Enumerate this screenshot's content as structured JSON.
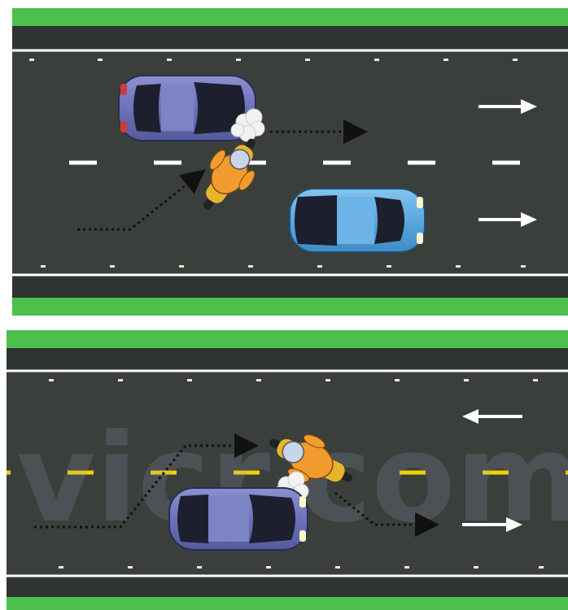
{
  "colors": {
    "grass": "#4cbf4c",
    "road": "#3a3f3c",
    "shoulder": "#2f3331",
    "edge_line": "#ffffff",
    "lane_dash_panel1": "#ffffff",
    "lane_dash_panel2": "#f2d200",
    "reflector": "#f0e6dc",
    "car_purple": "#6c73b8",
    "car_blue": "#5aa8e0",
    "rider_jacket": "#f29b2e",
    "bike": "#e8b52a",
    "arrow_white": "#ffffff",
    "path_dotted": "#111111"
  },
  "panels": [
    {
      "name": "overtake-same-direction",
      "traffic_arrows": [
        {
          "direction": "right"
        },
        {
          "direction": "right"
        }
      ],
      "vehicles": [
        {
          "type": "car",
          "color": "purple",
          "icon": "car-icon"
        },
        {
          "type": "car",
          "color": "blue",
          "icon": "car-icon"
        },
        {
          "type": "motorbike",
          "icon": "motorbike-rider-icon"
        }
      ],
      "exhaust": "smoke-puff-icon"
    },
    {
      "name": "overtake-oncoming-lane",
      "traffic_arrows": [
        {
          "direction": "left"
        },
        {
          "direction": "right"
        }
      ],
      "vehicles": [
        {
          "type": "car",
          "color": "purple",
          "icon": "car-icon"
        },
        {
          "type": "motorbike",
          "icon": "motorbike-rider-icon"
        }
      ],
      "exhaust": "smoke-puff-icon"
    }
  ],
  "watermark": "vicr.com"
}
